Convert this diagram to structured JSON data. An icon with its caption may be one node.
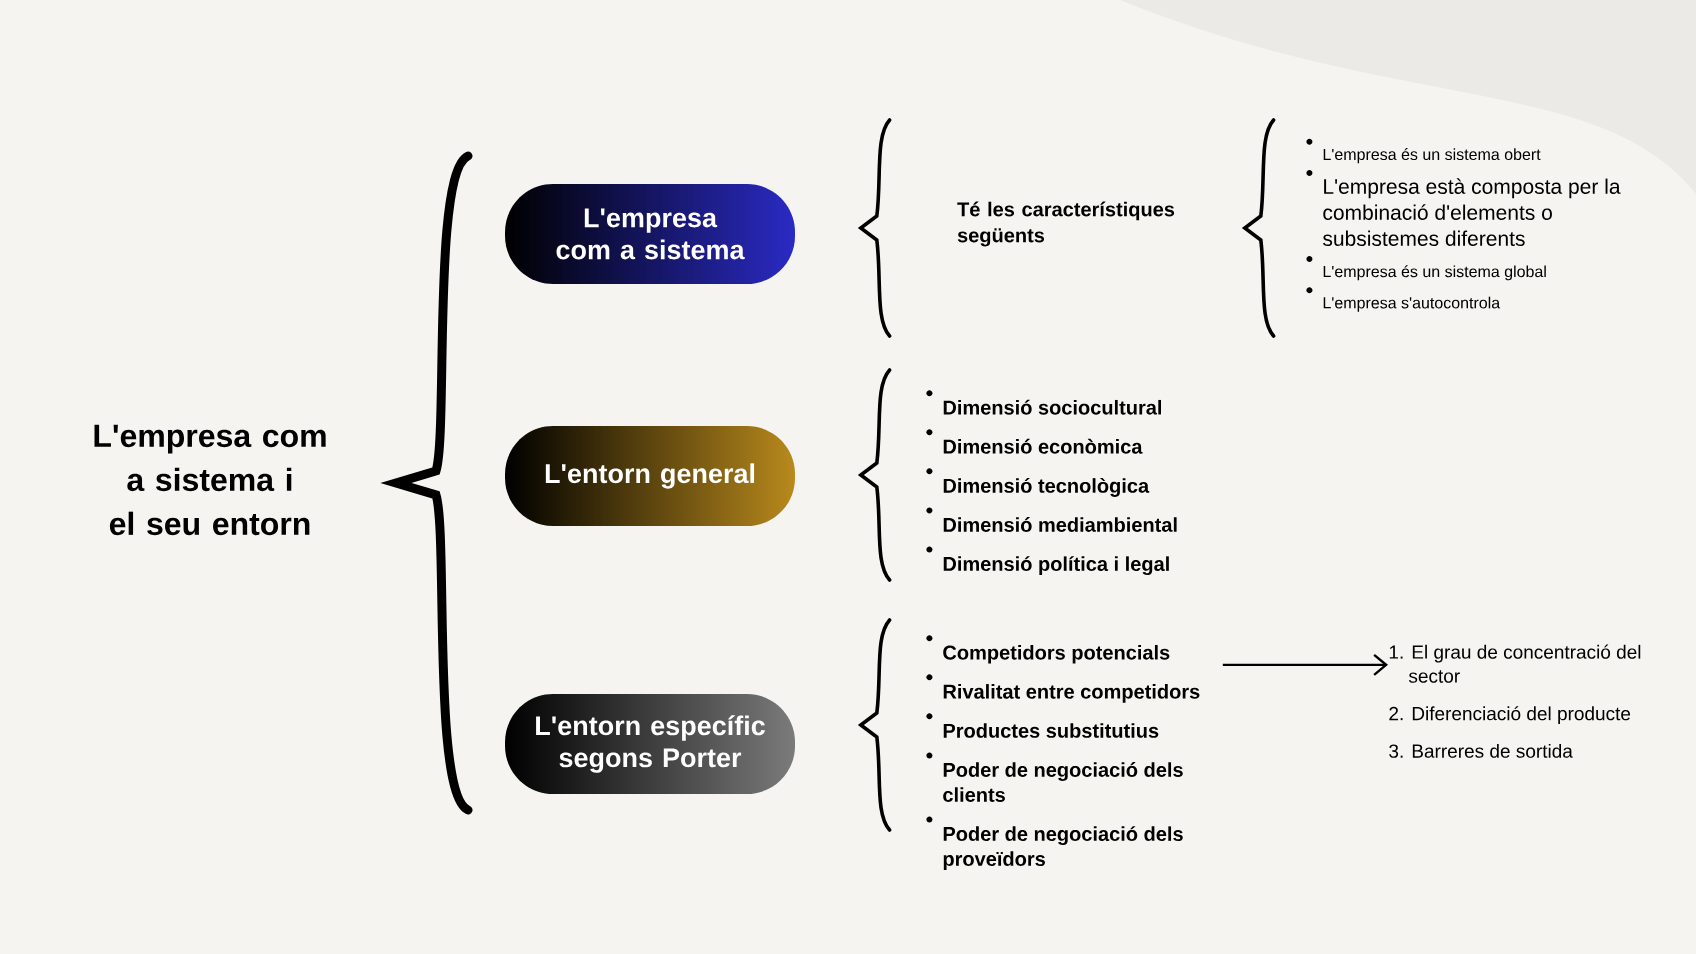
{
  "diagram": {
    "nodes": [
      {
        "text": [
          "L'empresa com a sistema i el seu entorn"
        ]
      },
      {
        "text": [
          "L'empresa com a sistema"
        ]
      },
      {
        "text": [
          "L'entorn general"
        ]
      },
      {
        "text": [
          "L'entorn específic segons Porter"
        ]
      },
      {
        "text": [
          "Té les característiques següents"
        ]
      },
      {
        "text": [
          "L'empresa és un sistema obert",
          "L'empresa està composta per la combinació d'elements o subsistemes diferents",
          "L'empresa és un sistema global",
          "L'empresa s'autocontrola"
        ]
      },
      {
        "text": [
          "Dimensió sociocultural",
          "Dimensió econòmica",
          "Dimensió tecnològica",
          "Dimensió mediambiental",
          "Dimensió política i legal"
        ]
      },
      {
        "text": [
          "Competidors potencials",
          "Rivalitat entre competidors",
          "Productes substitutius",
          "Poder de negociació dels clients",
          "Poder de negociació dels proveïdors"
        ]
      },
      {
        "text": [
          "1. El grau de concentració del sector",
          "2. Diferenciació del producte",
          "3. Barreres de sortida"
        ]
      }
    ],
    "edges": [
      {
        "from": 7,
        "to": 8,
        "arrow": "to"
      }
    ]
  }
}
